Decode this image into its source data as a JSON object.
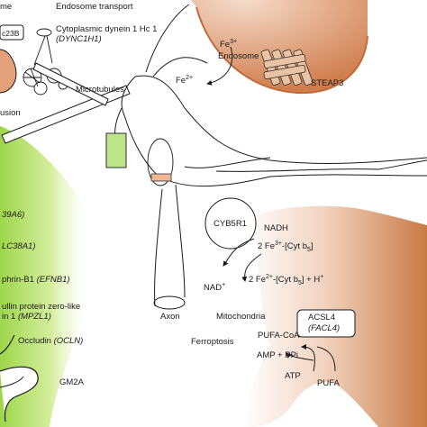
{
  "colors": {
    "green_gradient": "#9ed64a",
    "orange_gradient": "#c97a45",
    "endosome_fill": "#d99066",
    "outline": "#2a2a2a",
    "green_box": "#bfe58a"
  },
  "labels": {
    "top_left_cut": "me",
    "endosome_transport": "Endosome transport",
    "sec23b_cut": "c23B",
    "dynein_name": "Cytoplasmic dynein 1 Hc 1",
    "dynein_gene": "(DYNC1H1)",
    "microtubules": "Microtubules",
    "fusion_cut": "usion",
    "endosome": "Endosome",
    "fe3": "Fe",
    "fe3_sup": "3+",
    "fe2": "Fe",
    "fe2_sup": "2+",
    "steap3": "STEAP3",
    "cyb5r1": "CYB5R1",
    "nadh": "NADH",
    "cyt_fe3_pre": "2 Fe",
    "cyt_fe3_sup": "3+",
    "cyt_fe3_post": "-[Cyt b",
    "cyt_fe3_sub": "5",
    "cyt_fe3_end": "]",
    "cyt_fe2_pre": "2 Fe",
    "cyt_fe2_sup": "2+",
    "cyt_fe2_post": "-[Cyt b",
    "cyt_fe2_sub": "5",
    "cyt_fe2_end": "] + H",
    "cyt_fe2_hsup": "+",
    "nad": "NAD",
    "nad_sup": "+",
    "slc39a6_cut": "39A6)",
    "slc38a1_cut": "LC38A1)",
    "ephrin_name": "phrin-B1",
    "ephrin_gene": "(EFNB1)",
    "mpzl1_line1": "ullin protein zero-like",
    "mpzl1_line2_name": "in 1",
    "mpzl1_line2_gene": "(MPZL1)",
    "occludin_name": "Occludin",
    "occludin_gene": "(OCLN)",
    "gm2a": "GM2A",
    "axon": "Axon",
    "mitochondria": "Mitochondria",
    "ferroptosis": "Ferroptosis",
    "acsl4": "ACSL4",
    "facl4": "(FACL4)",
    "pufa_coa": "PUFA-CoA",
    "amp_ppi": "AMP + PPi",
    "atp": "ATP",
    "pufa": "PUFA"
  }
}
